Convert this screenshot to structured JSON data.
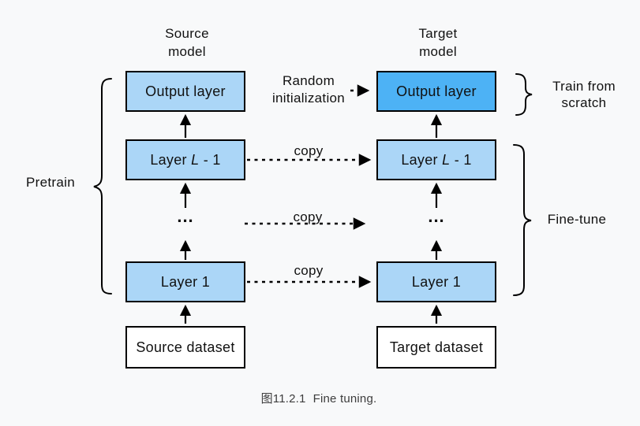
{
  "colors": {
    "background": "#f8f9fa",
    "layer_fill": "#abd6f7",
    "output_target_fill": "#4db2f5",
    "dataset_fill": "#ffffff",
    "box_border": "#000000",
    "line_color": "#000000",
    "text_color": "#111111",
    "caption_color": "#3d3d3d"
  },
  "source": {
    "title_line1": "Source",
    "title_line2": "model",
    "output_layer": "Output layer",
    "layer_l1": {
      "pre": "Layer ",
      "mid": "L",
      "post": " - 1"
    },
    "ellipsis": "...",
    "layer1": "Layer 1",
    "dataset": "Source dataset"
  },
  "target": {
    "title_line1": "Target",
    "title_line2": "model",
    "output_layer": "Output layer",
    "layer_l1": {
      "pre": "Layer ",
      "mid": "L",
      "post": " - 1"
    },
    "ellipsis": "...",
    "layer1": "Layer 1",
    "dataset": "Target dataset"
  },
  "annotations": {
    "random_init_line1": "Random",
    "random_init_line2": "initialization",
    "copy_top": "copy",
    "copy_middle": "copy",
    "copy_bottom": "copy",
    "pretrain": "Pretrain",
    "train_from_scratch_line1": "Train from",
    "train_from_scratch_line2": "scratch",
    "fine_tune": "Fine-tune"
  },
  "caption": {
    "figure_number": "图11.2.1",
    "text": "Fine tuning."
  }
}
